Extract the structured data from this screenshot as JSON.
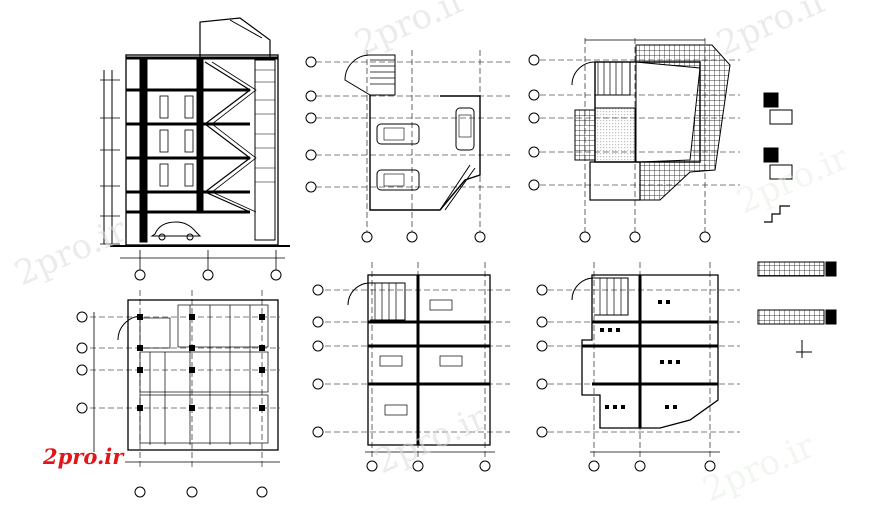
{
  "watermark": {
    "text": "2pro.ir",
    "color": "#d9d9d9"
  },
  "brand": {
    "text": "2pro.ir",
    "color": "#e0161b"
  },
  "drawing": {
    "line_color": "#000000",
    "views": [
      {
        "id": "section",
        "kind": "building-section",
        "floors": 5
      },
      {
        "id": "ground-plan",
        "kind": "floor-plan",
        "parking_spaces": 3
      },
      {
        "id": "typical-plan",
        "kind": "floor-plan",
        "hatched_border": true
      },
      {
        "id": "foundation-plan",
        "kind": "foundation-plan"
      },
      {
        "id": "beam-plan-1",
        "kind": "framing-plan"
      },
      {
        "id": "beam-plan-2",
        "kind": "framing-plan"
      },
      {
        "id": "details",
        "kind": "detail-sheet",
        "items": 6
      }
    ]
  }
}
